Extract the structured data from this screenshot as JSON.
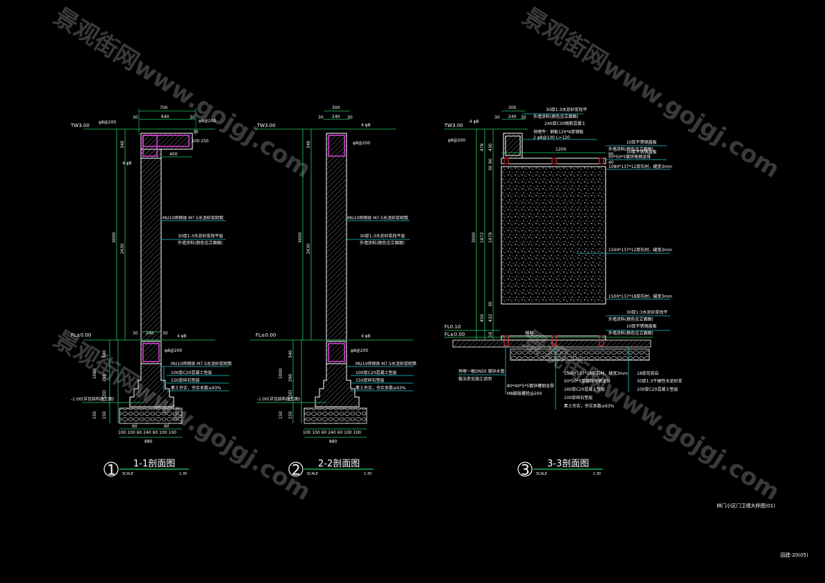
{
  "colors": {
    "background": "#000000",
    "dim": "#22d36a",
    "cyan": "#20d0d0",
    "white": "#ffffff",
    "gray": "#9a9a9a",
    "magenta": "#e040e0",
    "red": "#e02a2a",
    "watermark": "#6a6a6a",
    "ground": "#33ee33"
  },
  "watermark": {
    "text": "景观街网www.gojgj.com"
  },
  "sections": [
    {
      "id": "s1",
      "number": "1",
      "title": "1-1剖面图",
      "scale_label": "SCALE",
      "scale_value": "1:30",
      "dims": {
        "top_total": "700",
        "top_a": "30",
        "top_b": "640",
        "top_c": "30",
        "cap_h1": "340",
        "cap_w": "400",
        "h_total": "3000",
        "h_mid": "2630",
        "low_a": "30",
        "low_b": "240",
        "low_c": "30",
        "f1": "340",
        "f2": "1000",
        "f3": "290",
        "f4": "(120)",
        "f5": "150",
        "f6": "150",
        "foot_w": "880",
        "foot_parts": "100 100  60 240  60 100 100",
        "sub_60a": "60",
        "sub_60b": "60",
        "right_a": "30",
        "right_b": "100",
        "right_c": "250"
      },
      "labels": {
        "tw": "TW3.00",
        "fl": "FL±0.00",
        "neg": "-1.00(详见结构施工图)",
        "bar_top1": "φ8@200",
        "bar_top2": "φ8@200",
        "bar_4": "4 φ8",
        "mid1": "MU10砖砌体 M7.5水泥砂浆砌筑",
        "mid2a": "30厚1:3水泥砂浆找平层",
        "mid2b": "外墙涂料(颜色见立面图)",
        "low_bar": "φ8@200",
        "low_4": "4 φ8",
        "n1": "MU10砖砌体 M7.5水泥砂浆砌筑",
        "n2": "100厚C20混凝土垫层",
        "n3": "150厚碎石垫层",
        "n4": "素土夯实，夯实系数≥93%"
      }
    },
    {
      "id": "s2",
      "number": "2",
      "title": "2-2剖面图",
      "scale_label": "SCALE",
      "scale_value": "1:30",
      "dims": {
        "top_total": "300",
        "top_a": "30",
        "top_b": "240",
        "top_c": "30",
        "cap_h1": "340",
        "h_total": "3000",
        "h_mid": "2630",
        "f1": "340",
        "f2": "1000",
        "f3": "290",
        "f4": "(120)",
        "f5": "150",
        "f6": "150",
        "foot_w": "880",
        "foot_parts": "100 100  60 240  60 100 100"
      },
      "labels": {
        "tw": "TW3.00",
        "fl": "FL±0.00",
        "neg": "-1.00(详见结构施工图)",
        "bar_4": "4 φ8",
        "bar_top": "φ8@200",
        "mid1": "MU10砖砌体 M7.5水泥砂浆砌筑",
        "mid2a": "30厚1:3水泥砂浆找平层",
        "mid2b": "外墙涂料(颜色见立面图)",
        "low_4": "4 φ8",
        "low_bar": "φ8@200",
        "n1": "MU10砖砌体 M7.5水泥砂浆砌筑",
        "n2": "100厚C20混凝土垫层",
        "n3": "150厚碎石垫层",
        "n4": "素土夯实，夯实系数≥93%"
      }
    },
    {
      "id": "s3",
      "number": "3",
      "title": "3-3剖面图",
      "scale_label": "SCALE",
      "scale_value": "1:30",
      "dims": {
        "top_total": "300",
        "top_a": "30",
        "top_b": "240",
        "top_c": "30",
        "v1": "478",
        "v2": "430",
        "v3": "90",
        "v4": "30",
        "v_total": "3000",
        "v_mid1": "1872",
        "v_mid2": "1978",
        "v_small": "30",
        "v_low1": "450",
        "v_low2": "432",
        "v_low3": "18",
        "w1200": "1200",
        "w40": "40",
        "w90": "90"
      },
      "labels": {
        "tw": "TW3.00",
        "fl1": "FL0.10",
        "fl2": "FL±0.00",
        "bar_4": "4 φ8",
        "bar_200": "φ8@200",
        "t1": "30厚1:3水泥砂浆找平",
        "t2": "外墙涂料(颜色见立面图)",
        "t3": "240厚C30钢筋混凝土",
        "t4": "预埋件：钢板120*6厚钢板",
        "t5": "2 φ8@100  L=120",
        "r1": "10厚不锈钢盖板",
        "r2": "外墙涂料(颜色见立面图)",
        "r3": "50*50*5镀锌角钢龙骨",
        "r4": "10厚不锈钢盖板",
        "r5": "1080*137*12厚石材，缝宽3mm",
        "r6": "1500*137*12厚石材，缝宽3mm",
        "r7": "1500*137*18厚石材，缝宽3mm",
        "r8": "30厚1:3水泥砂浆找平",
        "r9": "外墙涂料(颜色见立面图)",
        "r10": "10厚不锈钢盖板",
        "r11": "外墙涂料(颜色见立面图)",
        "b1": "1500*137*18厚石材，缝宽3mm",
        "b2": "50*50*5厚镀锌角钢龙骨",
        "b3": "160厚C20混凝土垫层",
        "b4": "100厚碎石垫层",
        "b5": "素土夯实，夯实系数≥93%",
        "br1": "18厚花岗岩",
        "br2": "30厚1:3干硬性水泥砂浆",
        "br3": "100厚C20混凝土垫层",
        "bl1": "预埋一根DN50 镀锌水管",
        "bl2": "做法参见施工说明",
        "bl3": "80*40*5*5镀锌槽钢龙骨",
        "bl4": "M8膨胀螺栓@200",
        "gr": "铺地"
      }
    }
  ],
  "footer": {
    "drawing_title": "林门小区门卫墙大样图(01)",
    "sheet": "园建-20(05)"
  }
}
